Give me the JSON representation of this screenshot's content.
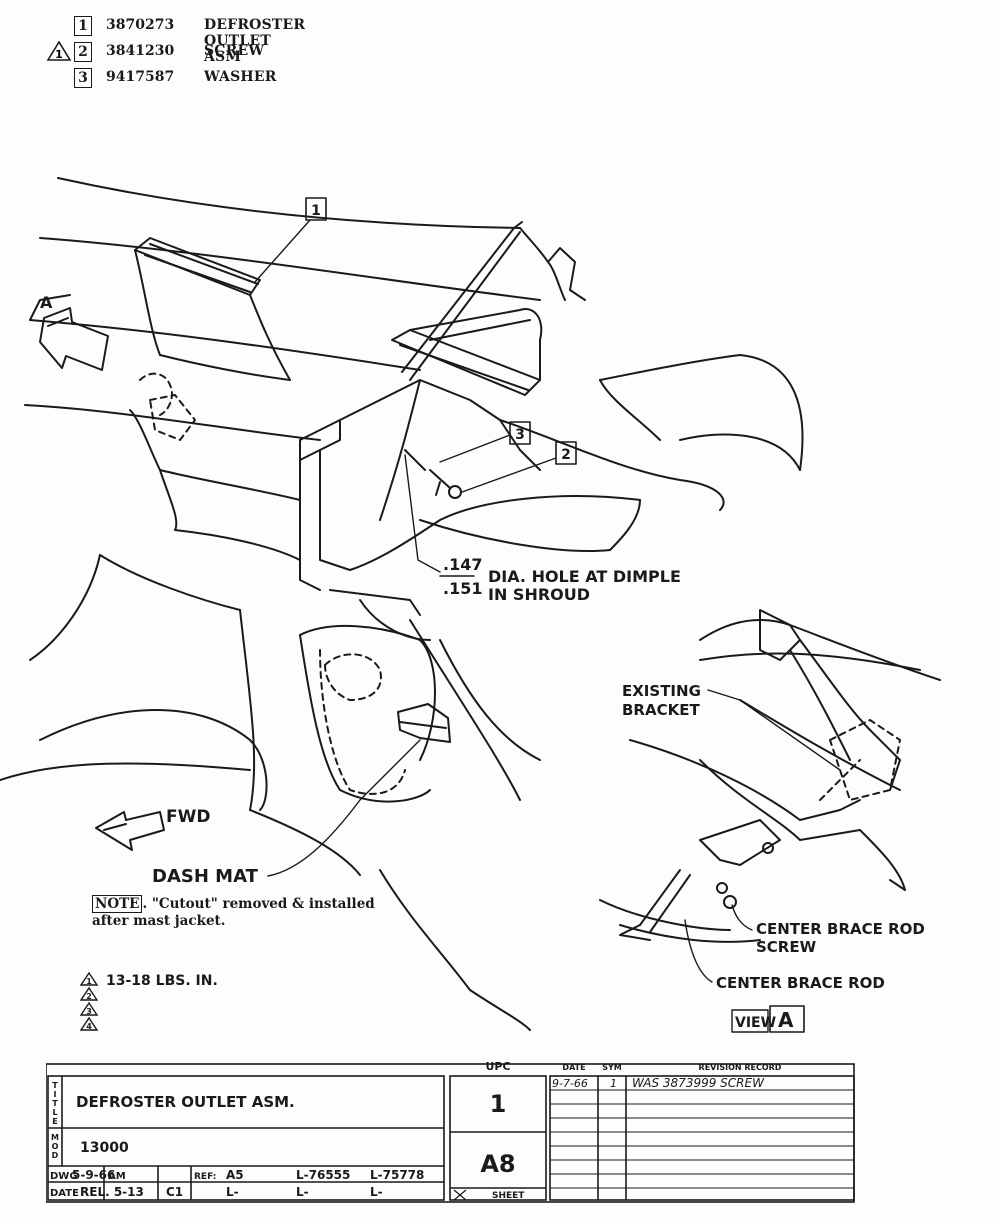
{
  "parts_list": [
    {
      "callout": "1",
      "part_number": "3870273",
      "description": "DEFROSTER OUTLET ASM",
      "flag": ""
    },
    {
      "callout": "2",
      "part_number": "3841230",
      "description": "SCREW",
      "flag": "1"
    },
    {
      "callout": "3",
      "part_number": "9417587",
      "description": "WASHER",
      "flag": ""
    }
  ],
  "callouts": {
    "c1": "1",
    "c2": "2",
    "c3": "3"
  },
  "labels": {
    "view_arrow": "A",
    "hole_num": ".147",
    "hole_den": ".151",
    "hole_line1": "DIA. HOLE AT DIMPLE",
    "hole_line2": "IN SHROUD",
    "existing_bracket_1": "EXISTING",
    "existing_bracket_2": "BRACKET",
    "fwd": "FWD",
    "dash_mat": "DASH MAT",
    "center_brace_rod_screw_1": "CENTER BRACE ROD",
    "center_brace_rod_screw_2": "SCREW",
    "center_brace_rod": "CENTER BRACE ROD",
    "view_word": "VIEW",
    "view_letter": "A"
  },
  "note": {
    "label": "NOTE",
    "text": ". \"Cutout\" removed & installed after mast jacket."
  },
  "torque": {
    "flags": [
      "1",
      "2",
      "3",
      "4"
    ],
    "value": "13-18 LBS. IN."
  },
  "title_block": {
    "title_letters": [
      "T",
      "I",
      "T",
      "L",
      "E"
    ],
    "title": "DEFROSTER OUTLET ASM.",
    "mod_letters": [
      "M",
      "O",
      "D"
    ],
    "mod": "13000",
    "dwg_label": "DWG",
    "dwg_date": "5-9-66",
    "dwg_by": "AM",
    "ref_label": "REF:",
    "ref_value": "A5",
    "l1": "L-76555",
    "l2": "L-75778",
    "date_label": "DATE",
    "rel": "REL. 5-13",
    "rel_by": "C1",
    "l3": "L-",
    "l4": "L-",
    "l5": "L-",
    "upc_header": "UPC",
    "upc": "1",
    "sheet_code": "A8",
    "sheet_label": "SHEET",
    "date_header": "DATE",
    "sym_header": "SYM",
    "rev_header": "REVISION RECORD",
    "rev_date": "9-7-66",
    "rev_sym": "1",
    "rev_text": "WAS 3873999 SCREW"
  }
}
